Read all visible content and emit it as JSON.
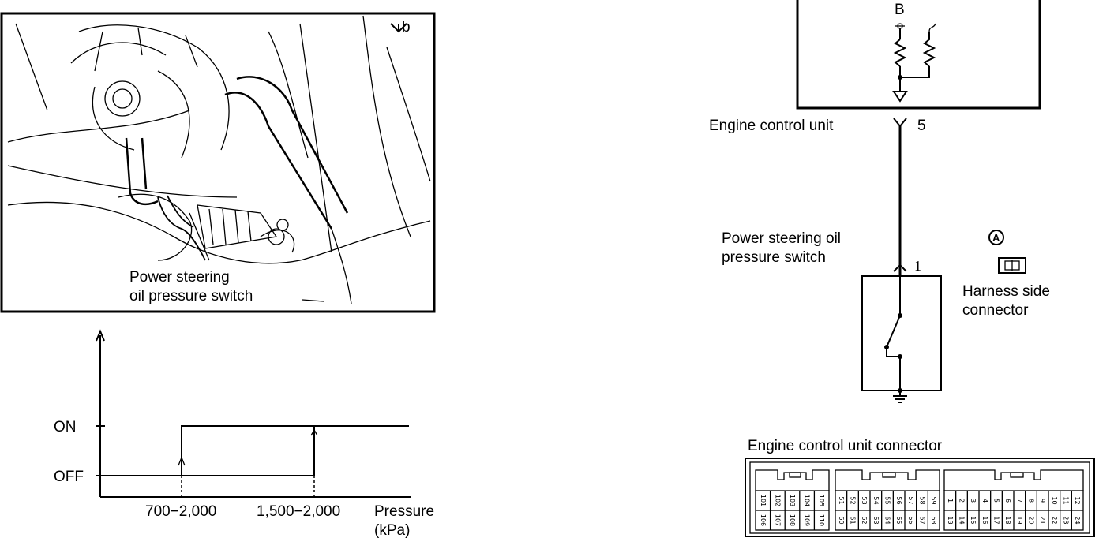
{
  "photo": {
    "corner_mark": "b",
    "label_line1": "Power steering",
    "label_line2": "oil pressure switch"
  },
  "switch_chart": {
    "on_label": "ON",
    "off_label": "OFF",
    "tick_1": "700−2,000",
    "tick_2": "1,500−2,000",
    "x_label_line1": "Pressure",
    "x_label_line2": "(kPa)"
  },
  "circuit": {
    "terminal_b": "B",
    "ecu_label": "Engine control unit",
    "ecu_terminal": "5",
    "switch_label_line1": "Power steering oil",
    "switch_label_line2": "pressure switch",
    "switch_terminal": "1",
    "connector_letter": "A",
    "harness_line1": "Harness side",
    "harness_line2": "connector"
  },
  "ecu_connector": {
    "title": "Engine control unit connector",
    "group1_top": [
      "101",
      "102",
      "103",
      "104",
      "105"
    ],
    "group1_bottom": [
      "106",
      "107",
      "108",
      "109",
      "110"
    ],
    "group2_top": [
      "51",
      "52",
      "53",
      "54",
      "55",
      "56",
      "57",
      "58",
      "59"
    ],
    "group2_bottom": [
      "60",
      "61",
      "62",
      "63",
      "64",
      "65",
      "66",
      "67",
      "68"
    ],
    "group3_top": [
      "1",
      "2",
      "3",
      "4",
      "5",
      "6",
      "7",
      "8",
      "9",
      "10",
      "11",
      "12"
    ],
    "group3_bottom": [
      "13",
      "14",
      "15",
      "16",
      "17",
      "18",
      "19",
      "20",
      "21",
      "22",
      "23",
      "24"
    ]
  }
}
